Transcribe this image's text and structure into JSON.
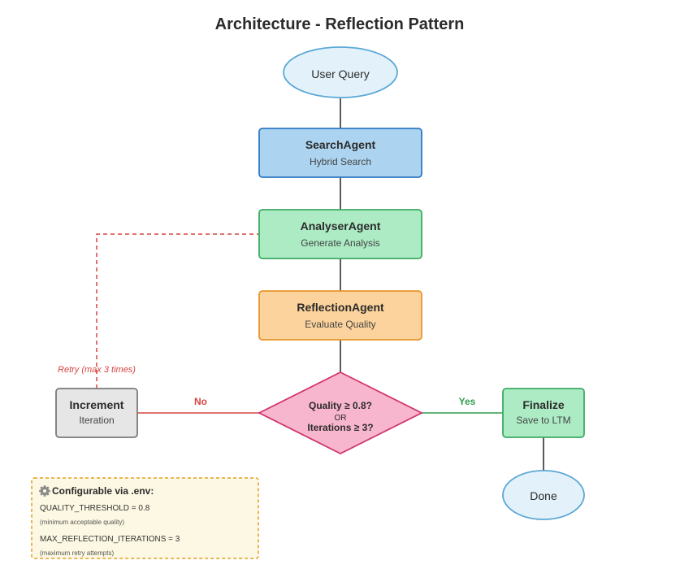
{
  "title": "Architecture - Reflection Pattern",
  "nodes": {
    "user_query": {
      "label": "User Query"
    },
    "search_agent": {
      "label": "SearchAgent",
      "sub": "Hybrid Search"
    },
    "analyser_agent": {
      "label": "AnalyserAgent",
      "sub": "Generate Analysis"
    },
    "reflection_agent": {
      "label": "ReflectionAgent",
      "sub": "Evaluate Quality"
    },
    "decision": {
      "line1": "Quality ≥ 0.8?",
      "line2": "OR",
      "line3": "Iterations ≥ 3?"
    },
    "increment": {
      "label": "Increment",
      "sub": "Iteration"
    },
    "finalize": {
      "label": "Finalize",
      "sub": "Save to LTM"
    },
    "done": {
      "label": "Done"
    }
  },
  "edges": {
    "no_label": "No",
    "yes_label": "Yes",
    "retry_label": "Retry (max 3 times)"
  },
  "config": {
    "heading": "Configurable via .env:",
    "icon": "gear-icon",
    "items": [
      {
        "line": "QUALITY_THRESHOLD = 0.8",
        "note": "(minimum acceptable quality)"
      },
      {
        "line": "MAX_REFLECTION_ITERATIONS = 3",
        "note": "(maximum retry attempts)"
      }
    ]
  },
  "colors": {
    "ellipse_fill": "#e3f2fa",
    "ellipse_stroke": "#5ba8d6",
    "search_fill": "#acd4f0",
    "search_stroke": "#2f79c4",
    "analyser_fill": "#acebc4",
    "analyser_stroke": "#3eaa62",
    "reflection_fill": "#fcd39c",
    "reflection_stroke": "#e8952c",
    "decision_fill": "#f7b6cd",
    "decision_stroke": "#d0356c",
    "increment_fill": "#e6e6e6",
    "increment_stroke": "#7a7a7a",
    "finalize_fill": "#acebc4",
    "finalize_stroke": "#3eaa62",
    "no_edge": "#d64541",
    "yes_edge": "#2e9e4f",
    "config_fill": "#fdf8e3",
    "config_stroke": "#e0a020"
  }
}
